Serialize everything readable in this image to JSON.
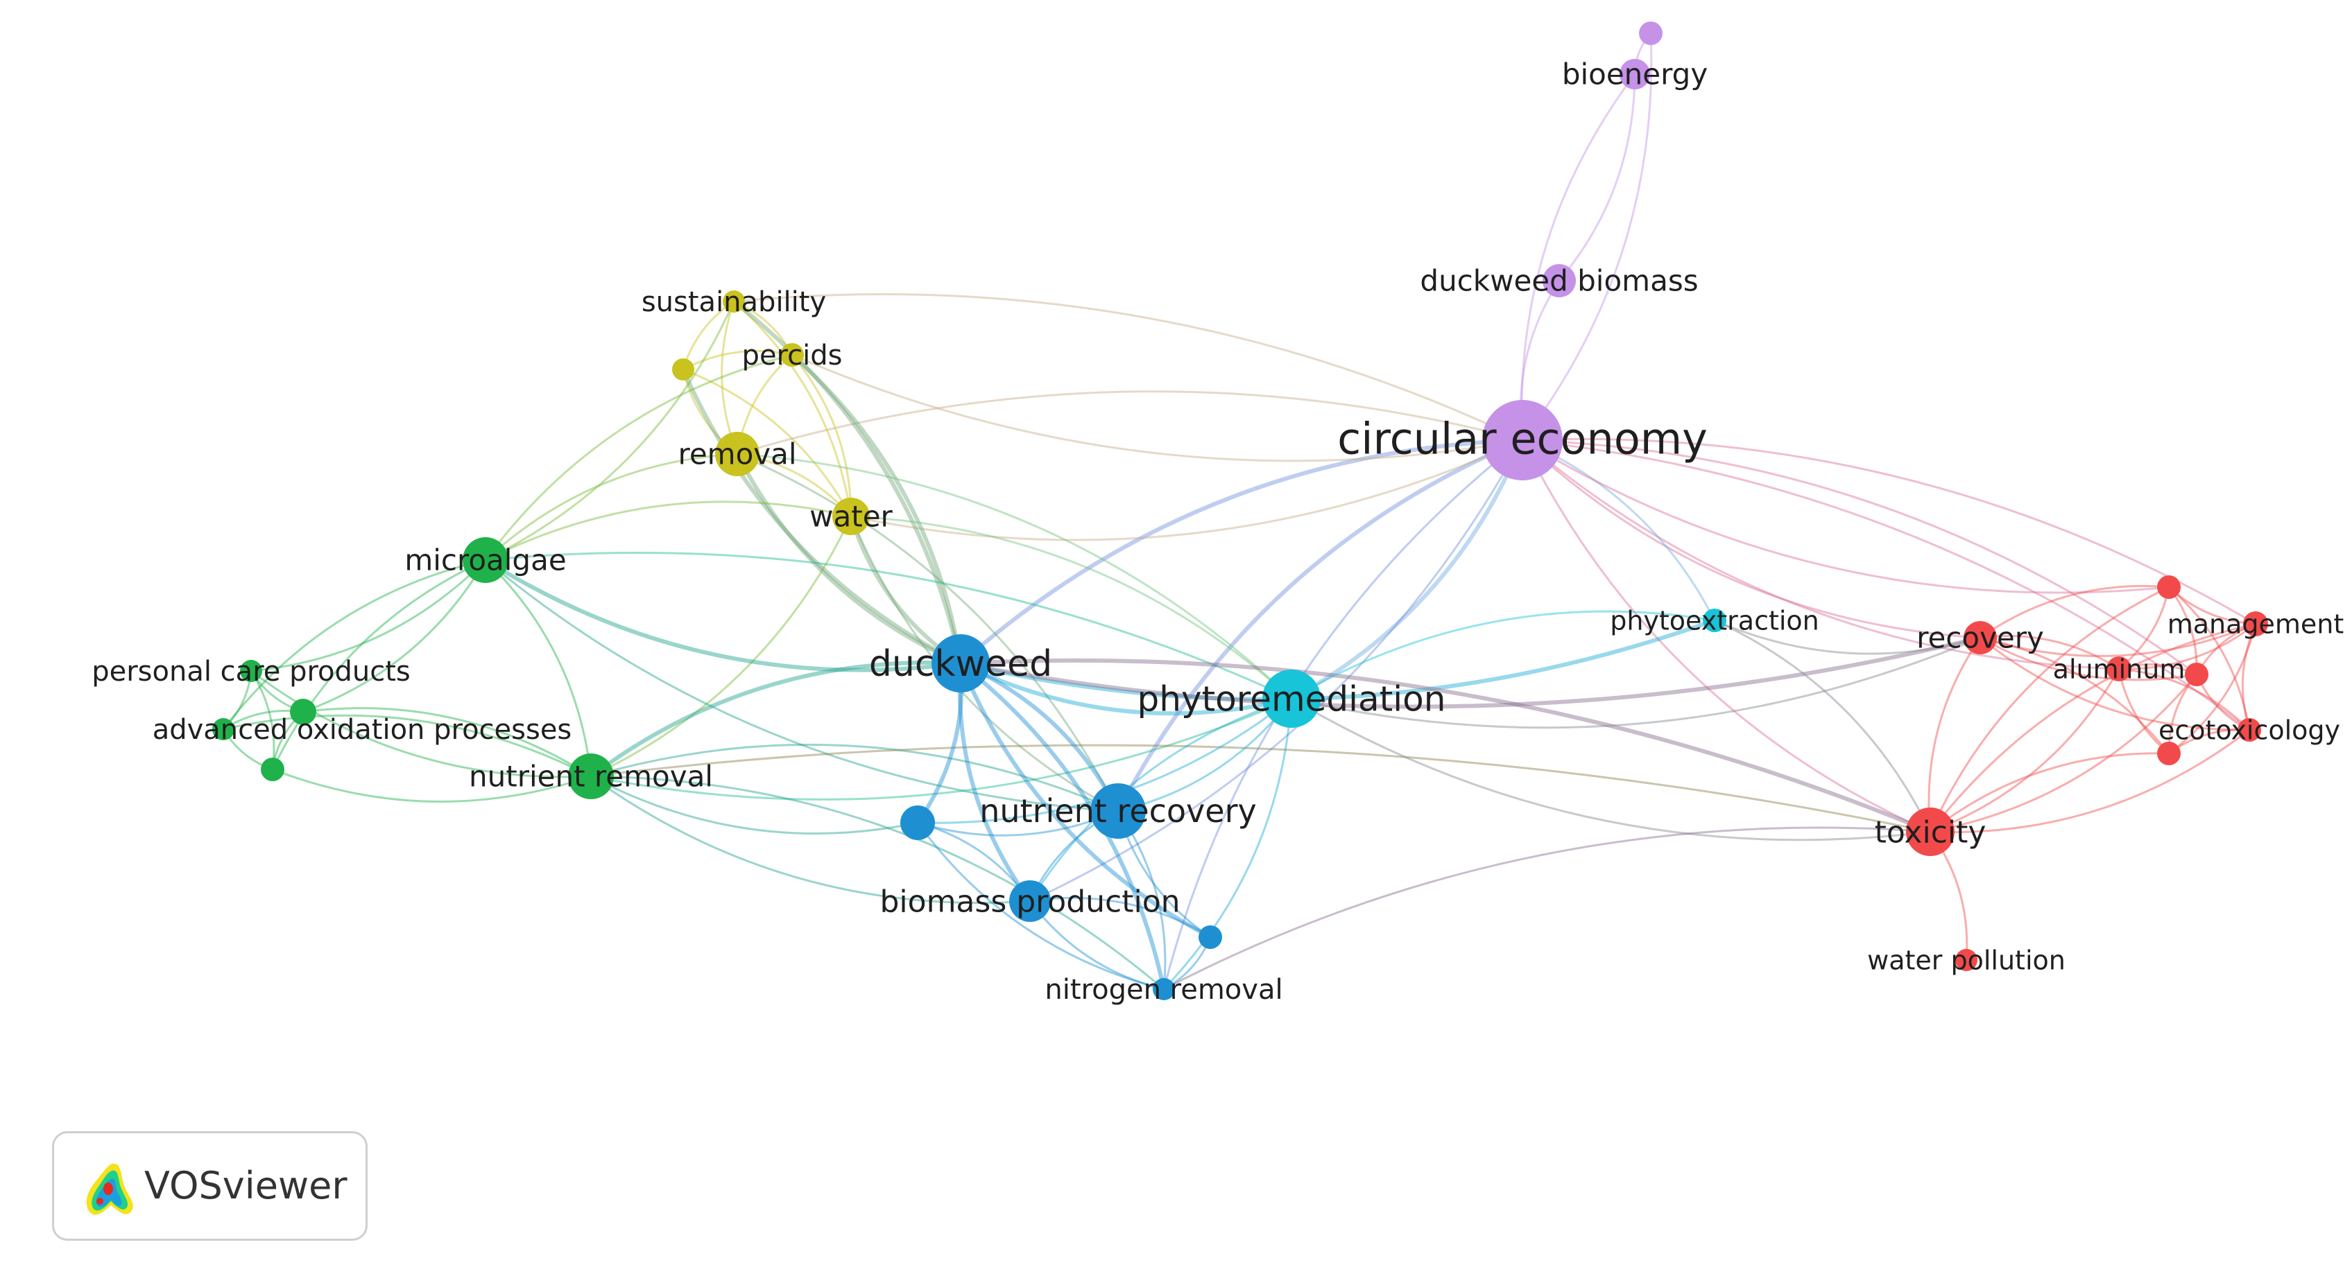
{
  "nodes": [
    {
      "id": "circular_economy",
      "label": "circular economy",
      "cluster": "purple"
    },
    {
      "id": "bioenergy",
      "label": "bioenergy",
      "cluster": "purple"
    },
    {
      "id": "bio_top",
      "label": "",
      "cluster": "purple"
    },
    {
      "id": "duckweed_biomass",
      "label": "duckweed biomass",
      "cluster": "purple"
    },
    {
      "id": "sustainability",
      "label": "sustainability",
      "cluster": "yellow"
    },
    {
      "id": "percids",
      "label": "percids",
      "cluster": "yellow"
    },
    {
      "id": "yellow_small",
      "label": "",
      "cluster": "yellow"
    },
    {
      "id": "removal",
      "label": "removal",
      "cluster": "yellow"
    },
    {
      "id": "water",
      "label": "water",
      "cluster": "yellow"
    },
    {
      "id": "microalgae",
      "label": "microalgae",
      "cluster": "green"
    },
    {
      "id": "personal_care",
      "label": "personal care products",
      "cluster": "green"
    },
    {
      "id": "aop",
      "label": "advanced oxidation processes",
      "cluster": "green"
    },
    {
      "id": "green_a",
      "label": "",
      "cluster": "green"
    },
    {
      "id": "green_b",
      "label": "",
      "cluster": "green"
    },
    {
      "id": "nutrient_removal",
      "label": "nutrient removal",
      "cluster": "green"
    },
    {
      "id": "duckweed",
      "label": "duckweed",
      "cluster": "blue"
    },
    {
      "id": "nutrient_recovery",
      "label": "nutrient recovery",
      "cluster": "blue"
    },
    {
      "id": "biomass_production",
      "label": "biomass production",
      "cluster": "blue"
    },
    {
      "id": "blue_small1",
      "label": "",
      "cluster": "blue"
    },
    {
      "id": "blue_small2",
      "label": "",
      "cluster": "blue"
    },
    {
      "id": "nitrogen_removal",
      "label": "nitrogen removal",
      "cluster": "blue"
    },
    {
      "id": "phytoremediation",
      "label": "phytoremediation",
      "cluster": "cyan"
    },
    {
      "id": "phytoextraction",
      "label": "phytoextraction",
      "cluster": "cyan"
    },
    {
      "id": "recovery",
      "label": "recovery",
      "cluster": "red"
    },
    {
      "id": "management",
      "label": "management",
      "cluster": "red"
    },
    {
      "id": "aluminum",
      "label": "aluminum",
      "cluster": "red"
    },
    {
      "id": "ecotoxicology",
      "label": "ecotoxicology",
      "cluster": "red"
    },
    {
      "id": "red_a",
      "label": "",
      "cluster": "red"
    },
    {
      "id": "red_b",
      "label": "",
      "cluster": "red"
    },
    {
      "id": "red_c",
      "label": "",
      "cluster": "red"
    },
    {
      "id": "toxicity",
      "label": "toxicity",
      "cluster": "red"
    },
    {
      "id": "water_pollution",
      "label": "water pollution",
      "cluster": "red"
    }
  ],
  "edges": [
    [
      "circular_economy",
      "bioenergy"
    ],
    [
      "circular_economy",
      "bio_top"
    ],
    [
      "circular_economy",
      "duckweed_biomass"
    ],
    [
      "circular_economy",
      "duckweed"
    ],
    [
      "circular_economy",
      "phytoremediation"
    ],
    [
      "circular_economy",
      "nutrient_recovery"
    ],
    [
      "circular_economy",
      "biomass_production"
    ],
    [
      "circular_economy",
      "sustainability"
    ],
    [
      "circular_economy",
      "percids"
    ],
    [
      "circular_economy",
      "removal"
    ],
    [
      "circular_economy",
      "water"
    ],
    [
      "circular_economy",
      "recovery"
    ],
    [
      "circular_economy",
      "management"
    ],
    [
      "circular_economy",
      "aluminum"
    ],
    [
      "circular_economy",
      "ecotoxicology"
    ],
    [
      "circular_economy",
      "toxicity"
    ],
    [
      "circular_economy",
      "phytoextraction"
    ],
    [
      "circular_economy",
      "red_a"
    ],
    [
      "circular_economy",
      "red_b"
    ],
    [
      "circular_economy",
      "nitrogen_removal"
    ],
    [
      "bioenergy",
      "bio_top"
    ],
    [
      "duckweed_biomass",
      "bioenergy"
    ],
    [
      "sustainability",
      "percids"
    ],
    [
      "sustainability",
      "removal"
    ],
    [
      "sustainability",
      "water"
    ],
    [
      "sustainability",
      "yellow_small"
    ],
    [
      "sustainability",
      "duckweed"
    ],
    [
      "percids",
      "removal"
    ],
    [
      "percids",
      "water"
    ],
    [
      "percids",
      "yellow_small"
    ],
    [
      "percids",
      "duckweed"
    ],
    [
      "yellow_small",
      "removal"
    ],
    [
      "yellow_small",
      "water"
    ],
    [
      "yellow_small",
      "duckweed"
    ],
    [
      "removal",
      "water"
    ],
    [
      "removal",
      "duckweed"
    ],
    [
      "removal",
      "phytoremediation"
    ],
    [
      "removal",
      "microalgae"
    ],
    [
      "removal",
      "nutrient_recovery"
    ],
    [
      "water",
      "duckweed"
    ],
    [
      "water",
      "phytoremediation"
    ],
    [
      "water",
      "microalgae"
    ],
    [
      "water",
      "nutrient_removal"
    ],
    [
      "water",
      "nutrient_recovery"
    ],
    [
      "microalgae",
      "personal_care"
    ],
    [
      "microalgae",
      "aop"
    ],
    [
      "microalgae",
      "green_a"
    ],
    [
      "microalgae",
      "green_b"
    ],
    [
      "microalgae",
      "nutrient_removal"
    ],
    [
      "microalgae",
      "duckweed"
    ],
    [
      "microalgae",
      "phytoremediation"
    ],
    [
      "microalgae",
      "sustainability"
    ],
    [
      "microalgae",
      "percids"
    ],
    [
      "microalgae",
      "nutrient_recovery"
    ],
    [
      "personal_care",
      "aop"
    ],
    [
      "personal_care",
      "green_a"
    ],
    [
      "personal_care",
      "green_b"
    ],
    [
      "personal_care",
      "nutrient_removal"
    ],
    [
      "aop",
      "green_a"
    ],
    [
      "aop",
      "green_b"
    ],
    [
      "aop",
      "nutrient_removal"
    ],
    [
      "green_a",
      "green_b"
    ],
    [
      "green_a",
      "nutrient_removal"
    ],
    [
      "green_b",
      "nutrient_removal"
    ],
    [
      "nutrient_removal",
      "duckweed"
    ],
    [
      "nutrient_removal",
      "phytoremediation"
    ],
    [
      "nutrient_removal",
      "nutrient_recovery"
    ],
    [
      "nutrient_removal",
      "biomass_production"
    ],
    [
      "nutrient_removal",
      "nitrogen_removal"
    ],
    [
      "nutrient_removal",
      "blue_small1"
    ],
    [
      "nutrient_removal",
      "toxicity"
    ],
    [
      "duckweed",
      "phytoremediation"
    ],
    [
      "duckweed",
      "nutrient_recovery"
    ],
    [
      "duckweed",
      "biomass_production"
    ],
    [
      "duckweed",
      "blue_small1"
    ],
    [
      "duckweed",
      "blue_small2"
    ],
    [
      "duckweed",
      "nitrogen_removal"
    ],
    [
      "duckweed",
      "phytoextraction"
    ],
    [
      "duckweed",
      "toxicity"
    ],
    [
      "duckweed",
      "recovery"
    ],
    [
      "phytoremediation",
      "nutrient_recovery"
    ],
    [
      "phytoremediation",
      "biomass_production"
    ],
    [
      "phytoremediation",
      "phytoextraction"
    ],
    [
      "phytoremediation",
      "toxicity"
    ],
    [
      "phytoremediation",
      "nitrogen_removal"
    ],
    [
      "phytoremediation",
      "recovery"
    ],
    [
      "phytoremediation",
      "blue_small1"
    ],
    [
      "nutrient_recovery",
      "biomass_production"
    ],
    [
      "nutrient_recovery",
      "blue_small1"
    ],
    [
      "nutrient_recovery",
      "blue_small2"
    ],
    [
      "nutrient_recovery",
      "nitrogen_removal"
    ],
    [
      "biomass_production",
      "blue_small1"
    ],
    [
      "biomass_production",
      "blue_small2"
    ],
    [
      "biomass_production",
      "nitrogen_removal"
    ],
    [
      "blue_small2",
      "nitrogen_removal"
    ],
    [
      "blue_small1",
      "nitrogen_removal"
    ],
    [
      "nitrogen_removal",
      "toxicity"
    ],
    [
      "phytoextraction",
      "recovery"
    ],
    [
      "phytoextraction",
      "toxicity"
    ],
    [
      "recovery",
      "management"
    ],
    [
      "recovery",
      "aluminum"
    ],
    [
      "recovery",
      "ecotoxicology"
    ],
    [
      "recovery",
      "red_a"
    ],
    [
      "recovery",
      "red_b"
    ],
    [
      "recovery",
      "red_c"
    ],
    [
      "recovery",
      "toxicity"
    ],
    [
      "management",
      "aluminum"
    ],
    [
      "management",
      "ecotoxicology"
    ],
    [
      "management",
      "red_a"
    ],
    [
      "management",
      "red_b"
    ],
    [
      "management",
      "red_c"
    ],
    [
      "management",
      "toxicity"
    ],
    [
      "aluminum",
      "ecotoxicology"
    ],
    [
      "aluminum",
      "red_a"
    ],
    [
      "aluminum",
      "red_b"
    ],
    [
      "aluminum",
      "red_c"
    ],
    [
      "aluminum",
      "toxicity"
    ],
    [
      "ecotoxicology",
      "red_a"
    ],
    [
      "ecotoxicology",
      "red_b"
    ],
    [
      "ecotoxicology",
      "red_c"
    ],
    [
      "ecotoxicology",
      "toxicity"
    ],
    [
      "red_a",
      "toxicity"
    ],
    [
      "red_b",
      "toxicity"
    ],
    [
      "red_c",
      "toxicity"
    ],
    [
      "red_a",
      "red_b"
    ],
    [
      "red_b",
      "red_c"
    ],
    [
      "toxicity",
      "water_pollution"
    ]
  ],
  "colors": {
    "purple": "#c592e8",
    "yellow": "#c9c21f",
    "green": "#20b24a",
    "blue": "#1e90d2",
    "cyan": "#18c4d8",
    "red": "#f24a4a",
    "label": "#1f1f1f"
  },
  "badge": {
    "text": "VOSviewer",
    "icon": "vosviewer-logo-icon"
  }
}
